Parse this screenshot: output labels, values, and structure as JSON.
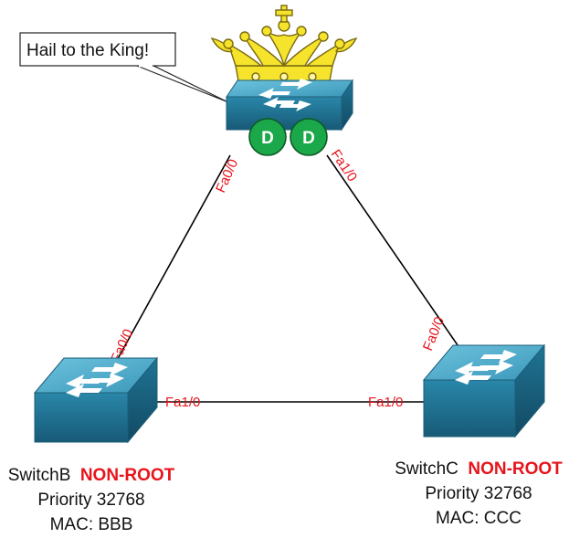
{
  "callout": {
    "text": "Hail to the King!"
  },
  "links": [
    {
      "id": "root-b",
      "from": "root",
      "to": "switchB",
      "from_port": "Fa0/0",
      "to_port": "Fa0/0"
    },
    {
      "id": "root-c",
      "from": "root",
      "to": "switchC",
      "from_port": "Fa1/0",
      "to_port": "Fa0/0"
    },
    {
      "id": "b-c",
      "from": "switchB",
      "to": "switchC",
      "from_port": "Fa1/0",
      "to_port": "Fa1/0"
    }
  ],
  "root": {
    "ports": [
      {
        "role": "D"
      },
      {
        "role": "D"
      }
    ]
  },
  "switchB": {
    "name": "SwitchB",
    "role": "NON-ROOT",
    "priority": "Priority 32768",
    "mac": "MAC: BBB"
  },
  "switchC": {
    "name": "SwitchC",
    "role": "NON-ROOT",
    "priority": "Priority 32768",
    "mac": "MAC: CCC"
  },
  "colors": {
    "switch_top": "#4aa7c6",
    "switch_side": "#1f6f8f",
    "port_label": "#e8141c",
    "designated_port": "#1aa84a",
    "crown": "#f6e32b"
  }
}
